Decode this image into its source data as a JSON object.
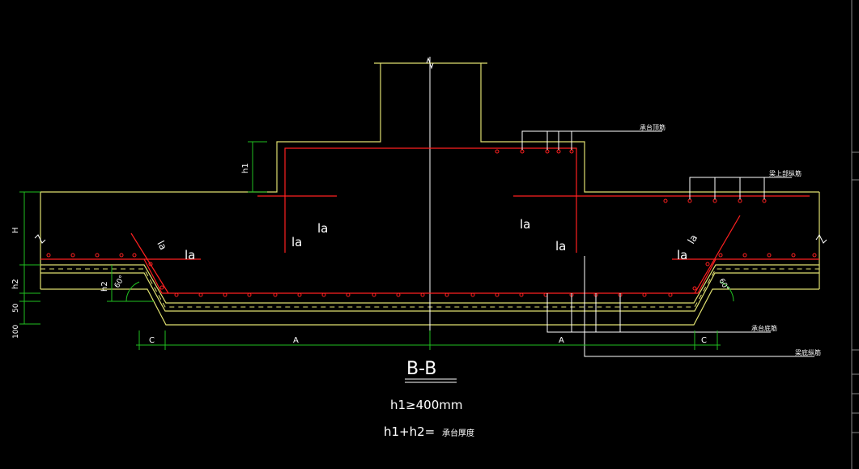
{
  "colors": {
    "background": "#000000",
    "concrete_outline": "#e0e070",
    "rebar": "#ff2020",
    "dimension": "#20c020",
    "text": "#ffffff",
    "center_line": "#ffffff"
  },
  "drawing": {
    "section_title": "B-B",
    "note_h1": "h1≥400mm",
    "note_h1h2": "h1+h2=",
    "note_h1h2_suffix": "承台厚度",
    "anchorage_labels": [
      "la",
      "la",
      "la",
      "la",
      "la",
      "la",
      "la",
      "la"
    ],
    "dim_h1": "h1",
    "dim_H": "H",
    "dim_h2_left": "h2",
    "dim_h2_inner": "h2",
    "dim_50": "50",
    "dim_100": "100",
    "dim_C": "C",
    "dim_A": "A",
    "angle_left": "60°",
    "angle_right": "60°",
    "leader_top_right": "承台顶筋",
    "leader_mid_right": "梁上部纵筋",
    "leader_bottom_1": "承台底筋",
    "leader_bottom_2": "梁底纵筋"
  }
}
